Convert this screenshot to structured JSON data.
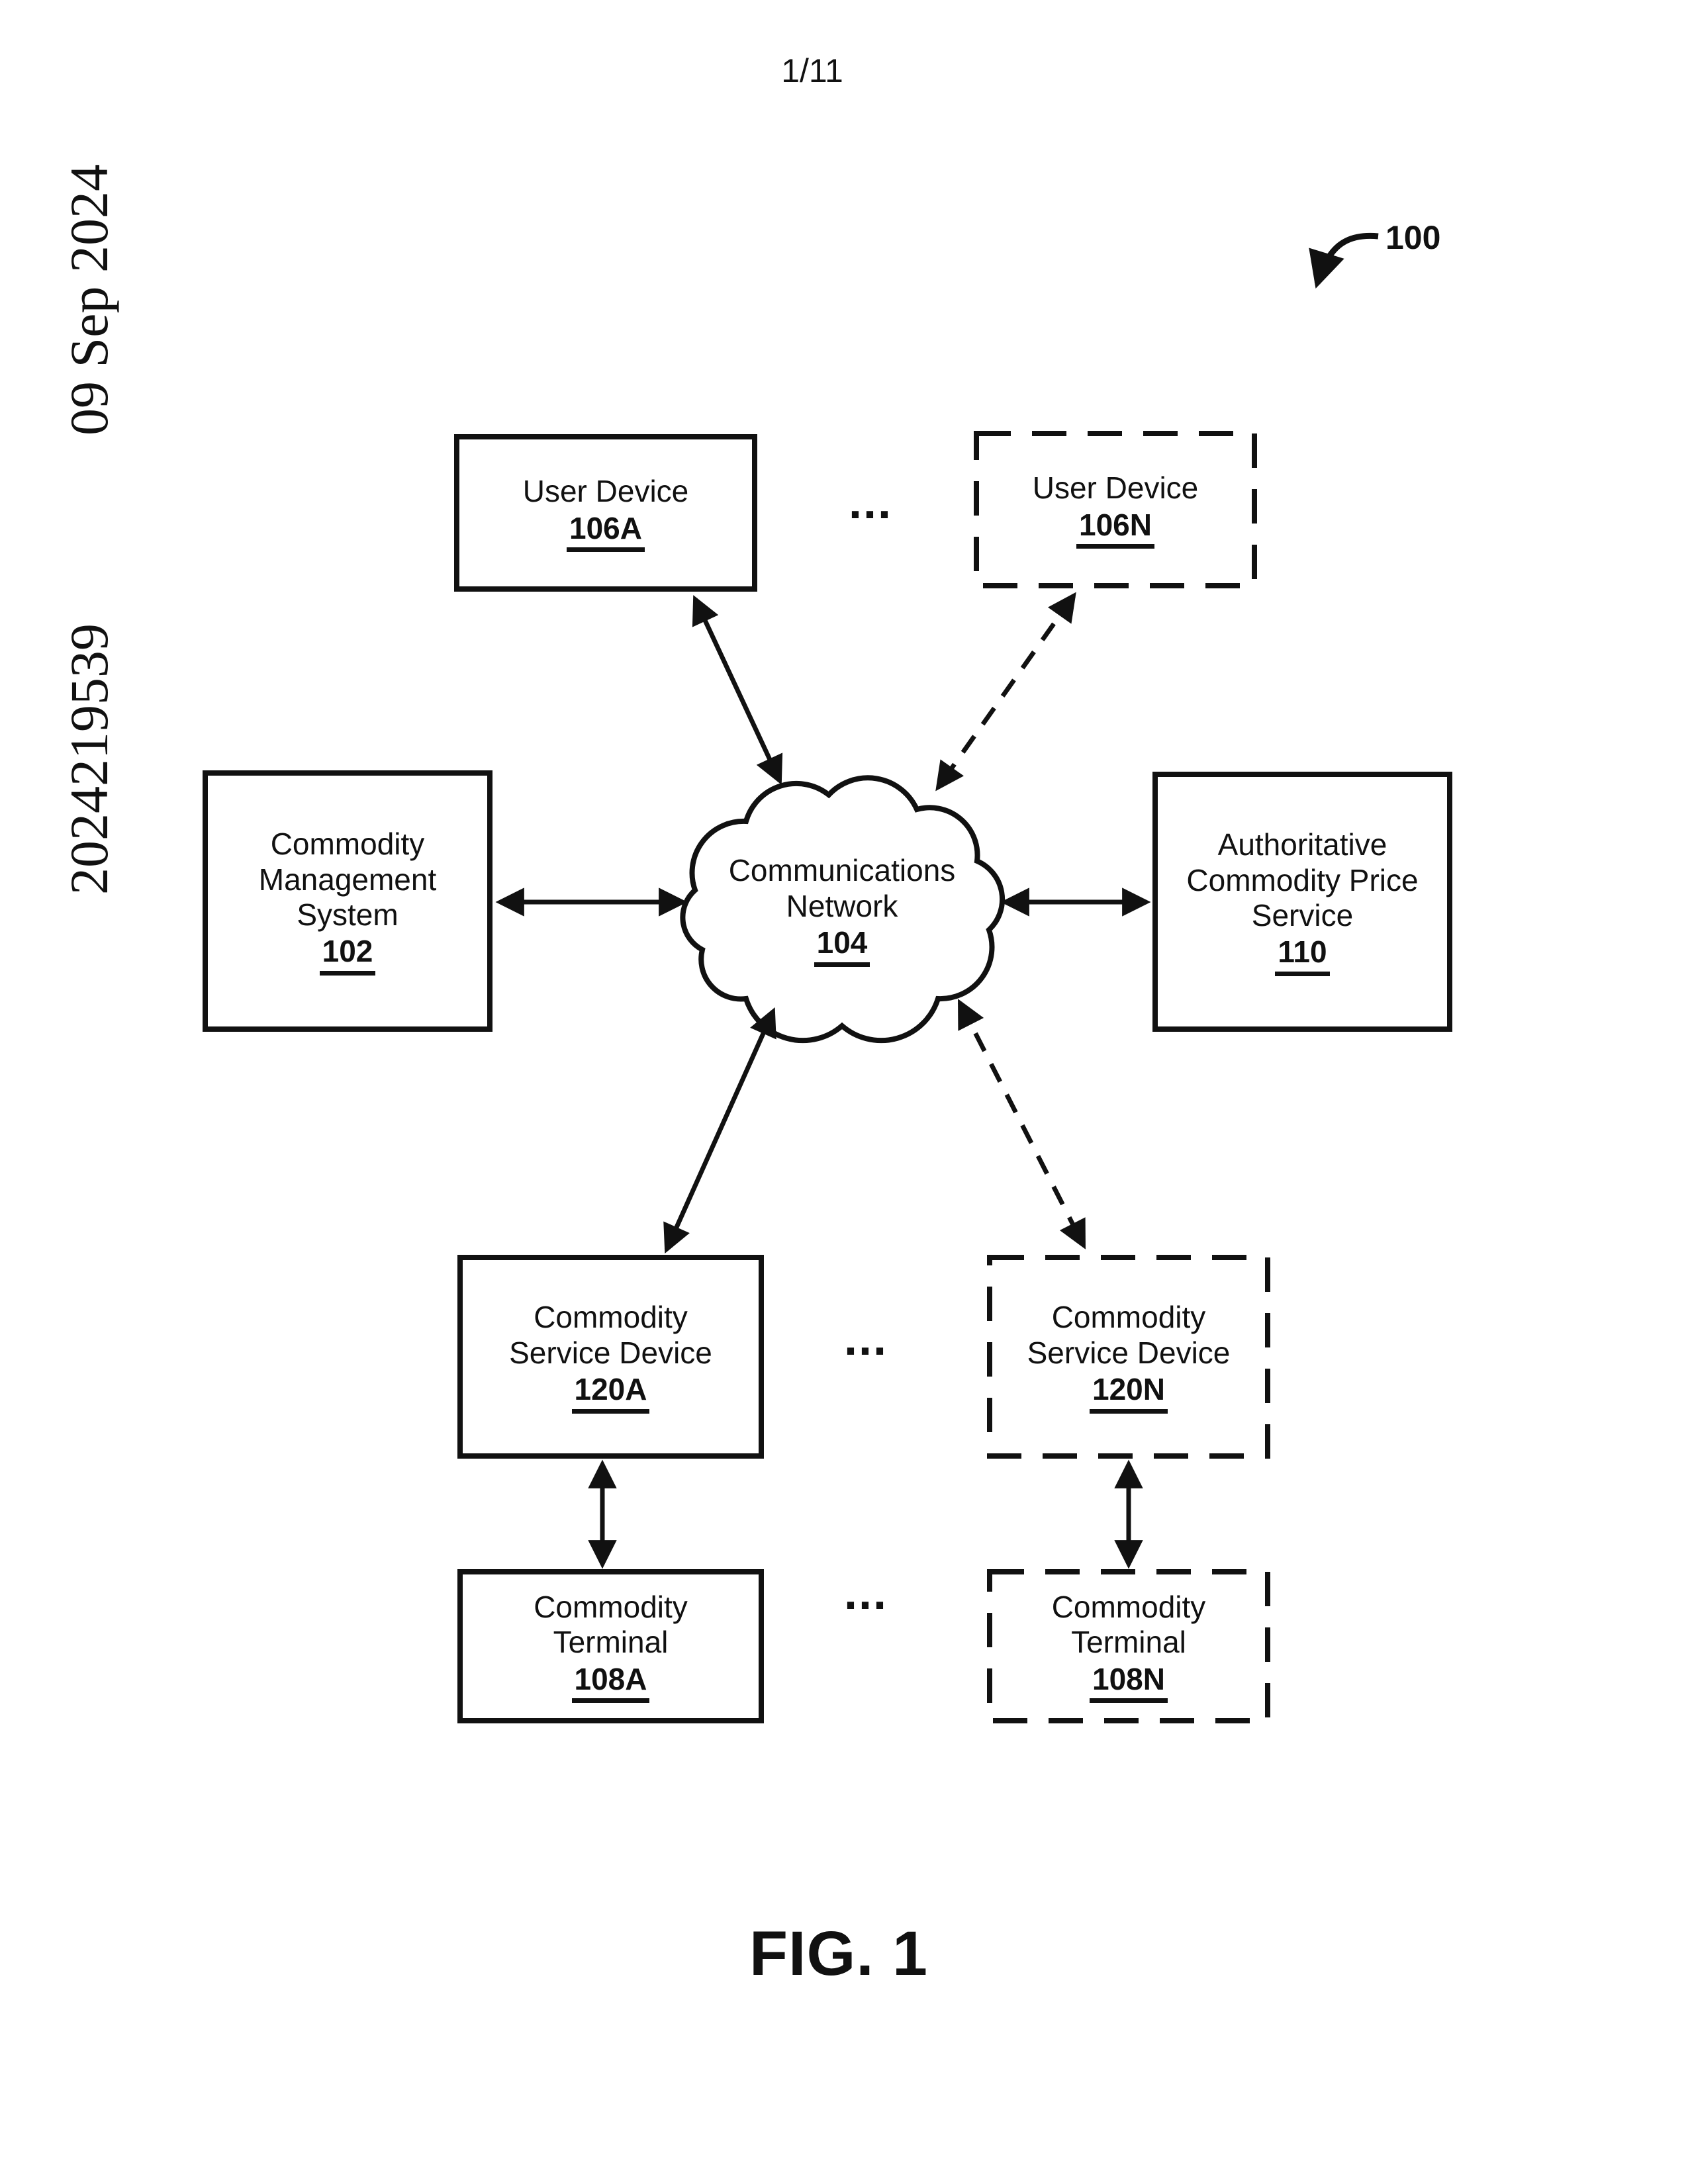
{
  "page": {
    "sheet_number": "1/11",
    "margin_number": "2024219539",
    "margin_date": "09 Sep 2024",
    "figure_label": "FIG. 1",
    "reference_number": "100",
    "ellipsis": "..."
  },
  "nodes": {
    "user_device_a": {
      "line1": "User Device",
      "ref": "106A"
    },
    "user_device_n": {
      "line1": "User Device",
      "ref": "106N"
    },
    "management_system": {
      "line1": "Commodity",
      "line2": "Management",
      "line3": "System",
      "ref": "102"
    },
    "network": {
      "line1": "Communications",
      "line2": "Network",
      "ref": "104"
    },
    "price_service": {
      "line1": "Authoritative",
      "line2": "Commodity Price",
      "line3": "Service",
      "ref": "110"
    },
    "service_device_a": {
      "line1": "Commodity",
      "line2": "Service Device",
      "ref": "120A"
    },
    "service_device_n": {
      "line1": "Commodity",
      "line2": "Service Device",
      "ref": "120N"
    },
    "terminal_a": {
      "line1": "Commodity",
      "line2": "Terminal",
      "ref": "108A"
    },
    "terminal_n": {
      "line1": "Commodity",
      "line2": "Terminal",
      "ref": "108N"
    }
  }
}
